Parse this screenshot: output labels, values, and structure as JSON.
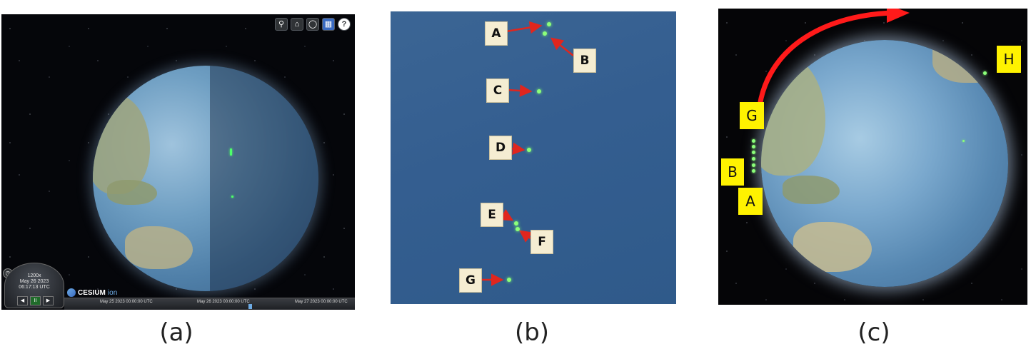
{
  "panel_a": {
    "caption": "(a)",
    "toolbar": {
      "search_icon": "search-icon",
      "home_icon": "home-icon",
      "globe_icon": "globe-icon",
      "layers_icon": "layers-icon",
      "help_label": "?"
    },
    "animation": {
      "speed": "1200x",
      "date": "May 26 2023",
      "time": "06:17:13 UTC",
      "rewind_label": "◀",
      "pause_label": "II",
      "play_label": "▶"
    },
    "logo": {
      "brand": "CESIUM",
      "suffix": "ion"
    },
    "timeline": {
      "ticks": [
        "May 25 2023 00:00:00 UTC",
        "May 26 2023 00:00:00 UTC",
        "May 27 2023 00:00:00 UTC"
      ]
    }
  },
  "panel_b": {
    "caption": "(b)",
    "labels": [
      "A",
      "B",
      "C",
      "D",
      "E",
      "F",
      "G"
    ]
  },
  "panel_c": {
    "caption": "(c)",
    "labels": [
      "G",
      "B",
      "A",
      "H"
    ],
    "arrow_color": "#ff1a1a"
  },
  "colors": {
    "satellite_green": "#4dff6a",
    "label_yellow": "#fff200",
    "label_beige": "#f5edd2",
    "arrow_red": "#ff1a1a"
  }
}
